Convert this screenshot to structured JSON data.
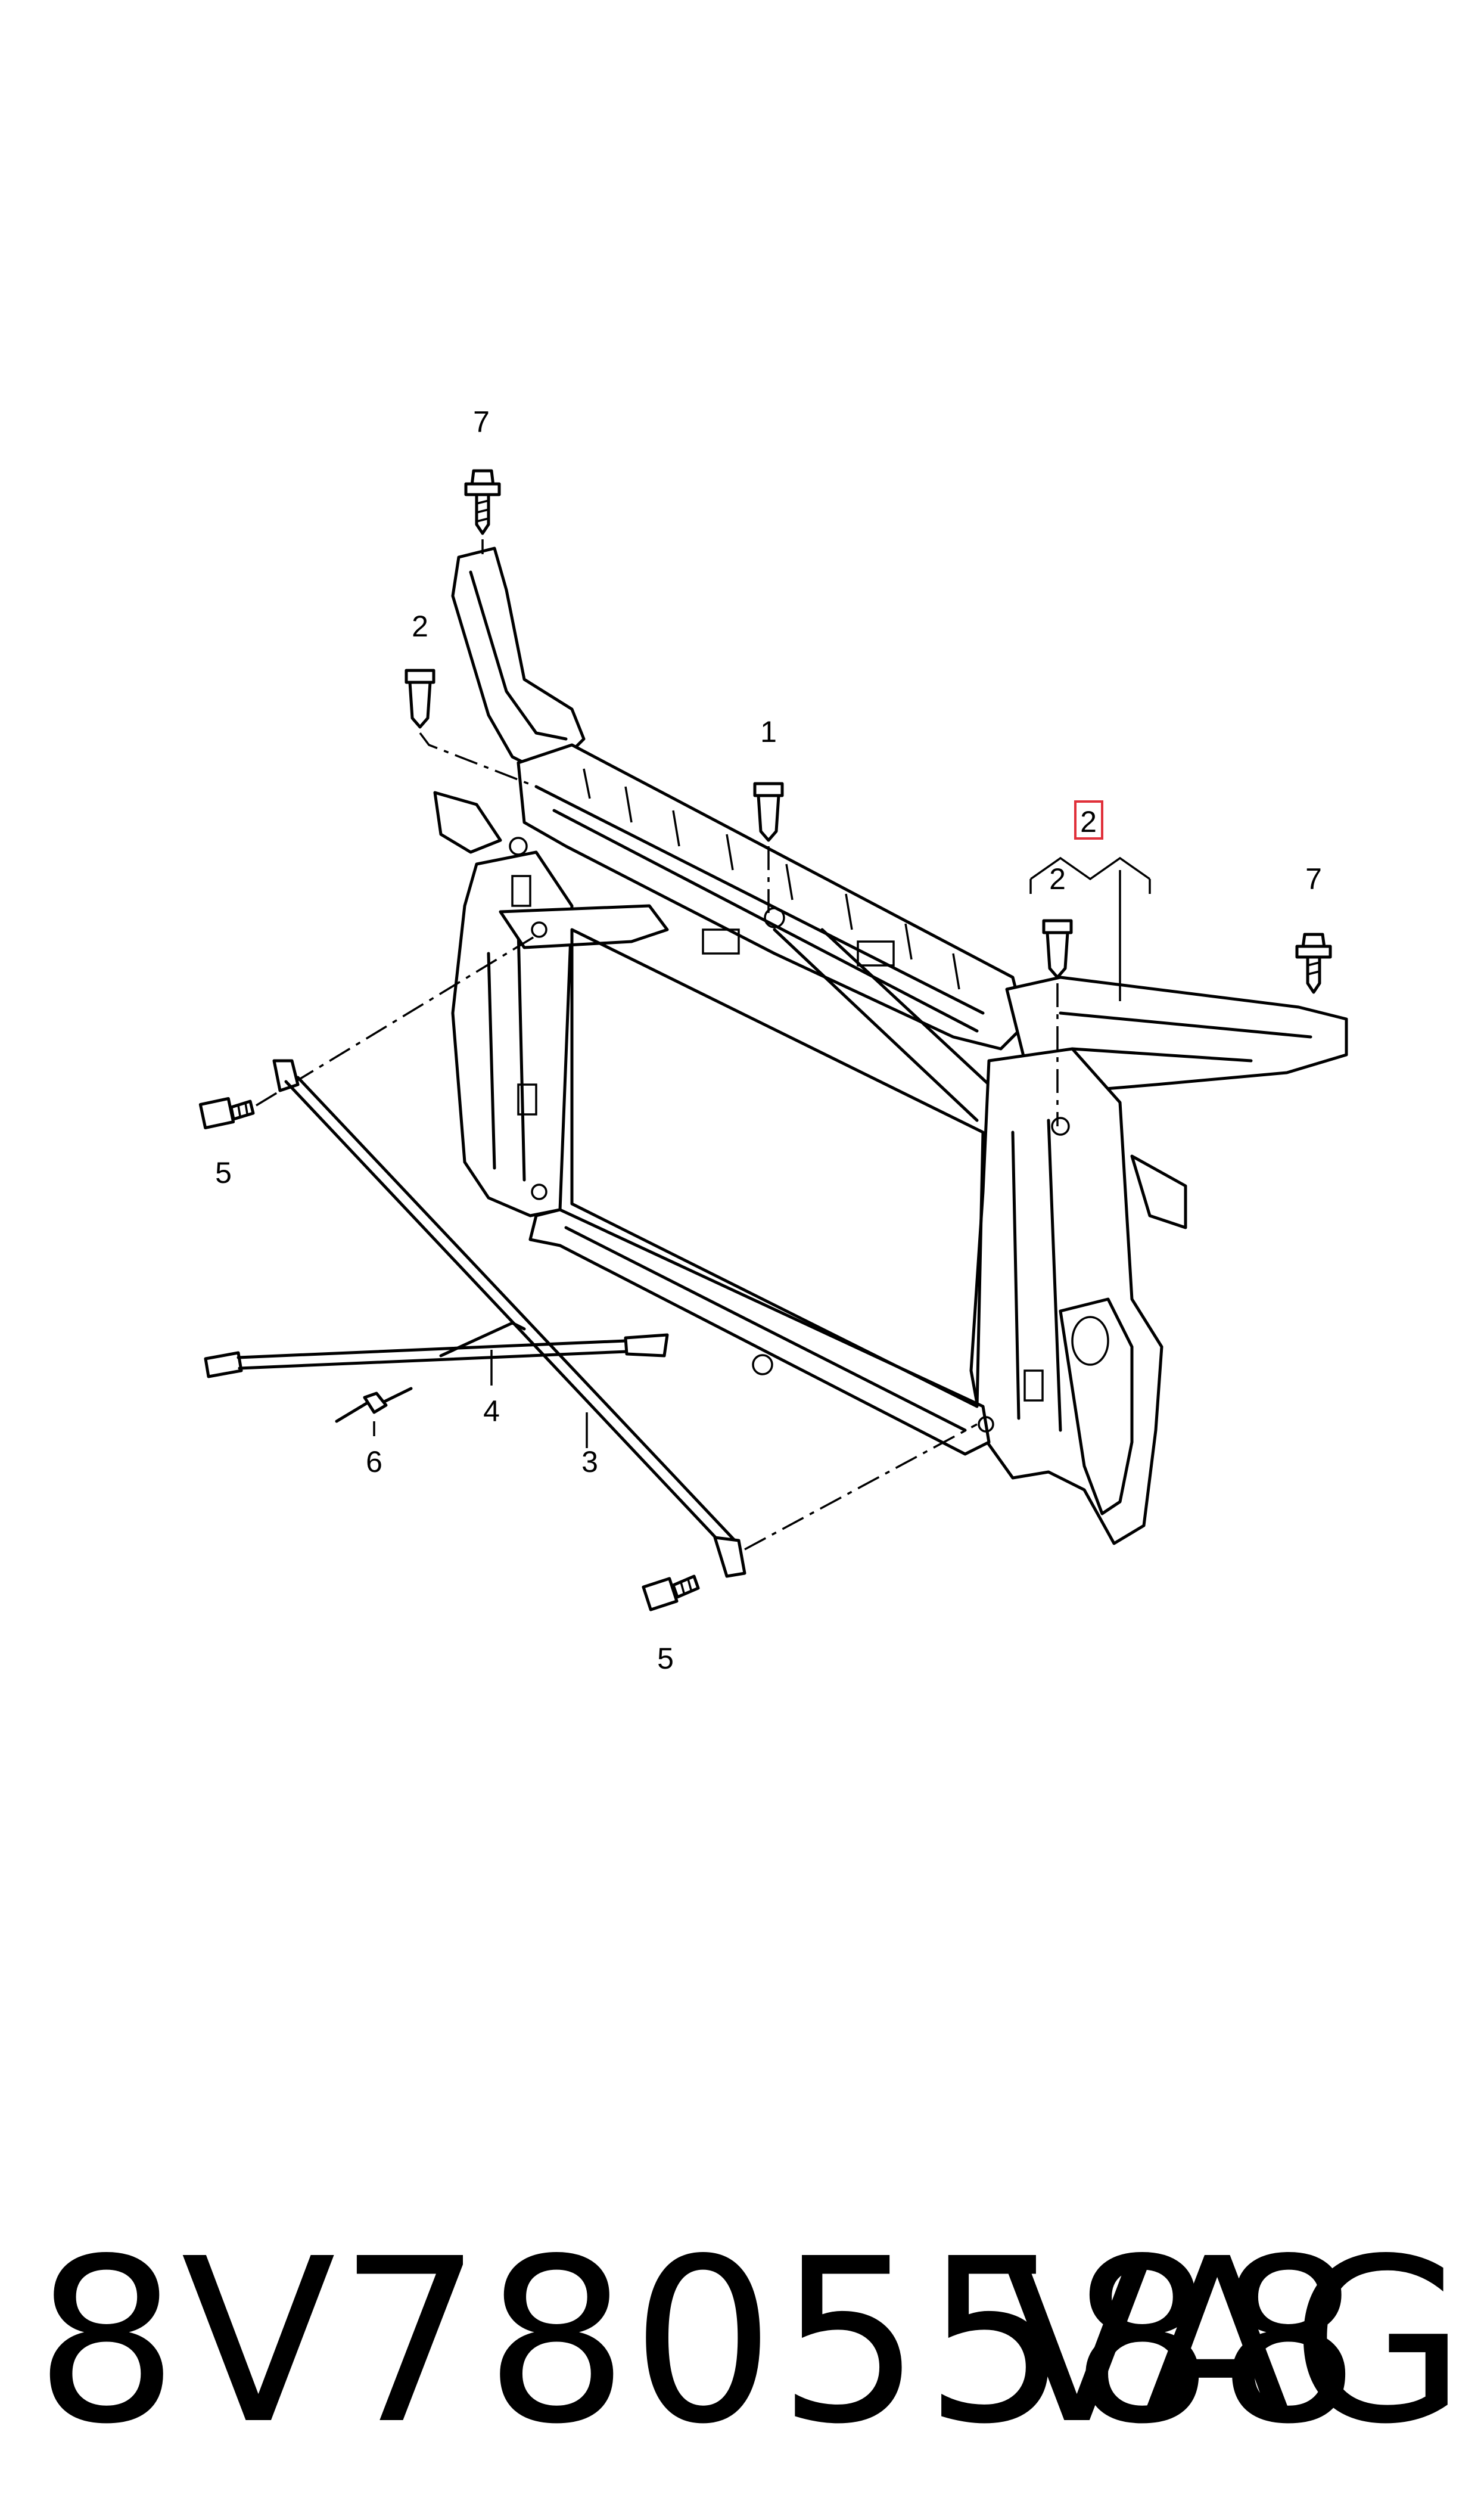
{
  "diagram": {
    "callouts": [
      {
        "id": "c7a",
        "label": "7"
      },
      {
        "id": "c2a",
        "label": "2"
      },
      {
        "id": "c2b",
        "label": "2"
      },
      {
        "id": "c1",
        "label": "1"
      },
      {
        "id": "c2c",
        "label": "2"
      },
      {
        "id": "c7b",
        "label": "7"
      },
      {
        "id": "c5a",
        "label": "5"
      },
      {
        "id": "c4",
        "label": "4"
      },
      {
        "id": "c6",
        "label": "6"
      },
      {
        "id": "c3",
        "label": "3"
      },
      {
        "id": "c5b",
        "label": "5"
      }
    ],
    "highlight_color": "#e0303a"
  },
  "footer": {
    "part_number": "8V7805588",
    "brand": "VAG"
  }
}
